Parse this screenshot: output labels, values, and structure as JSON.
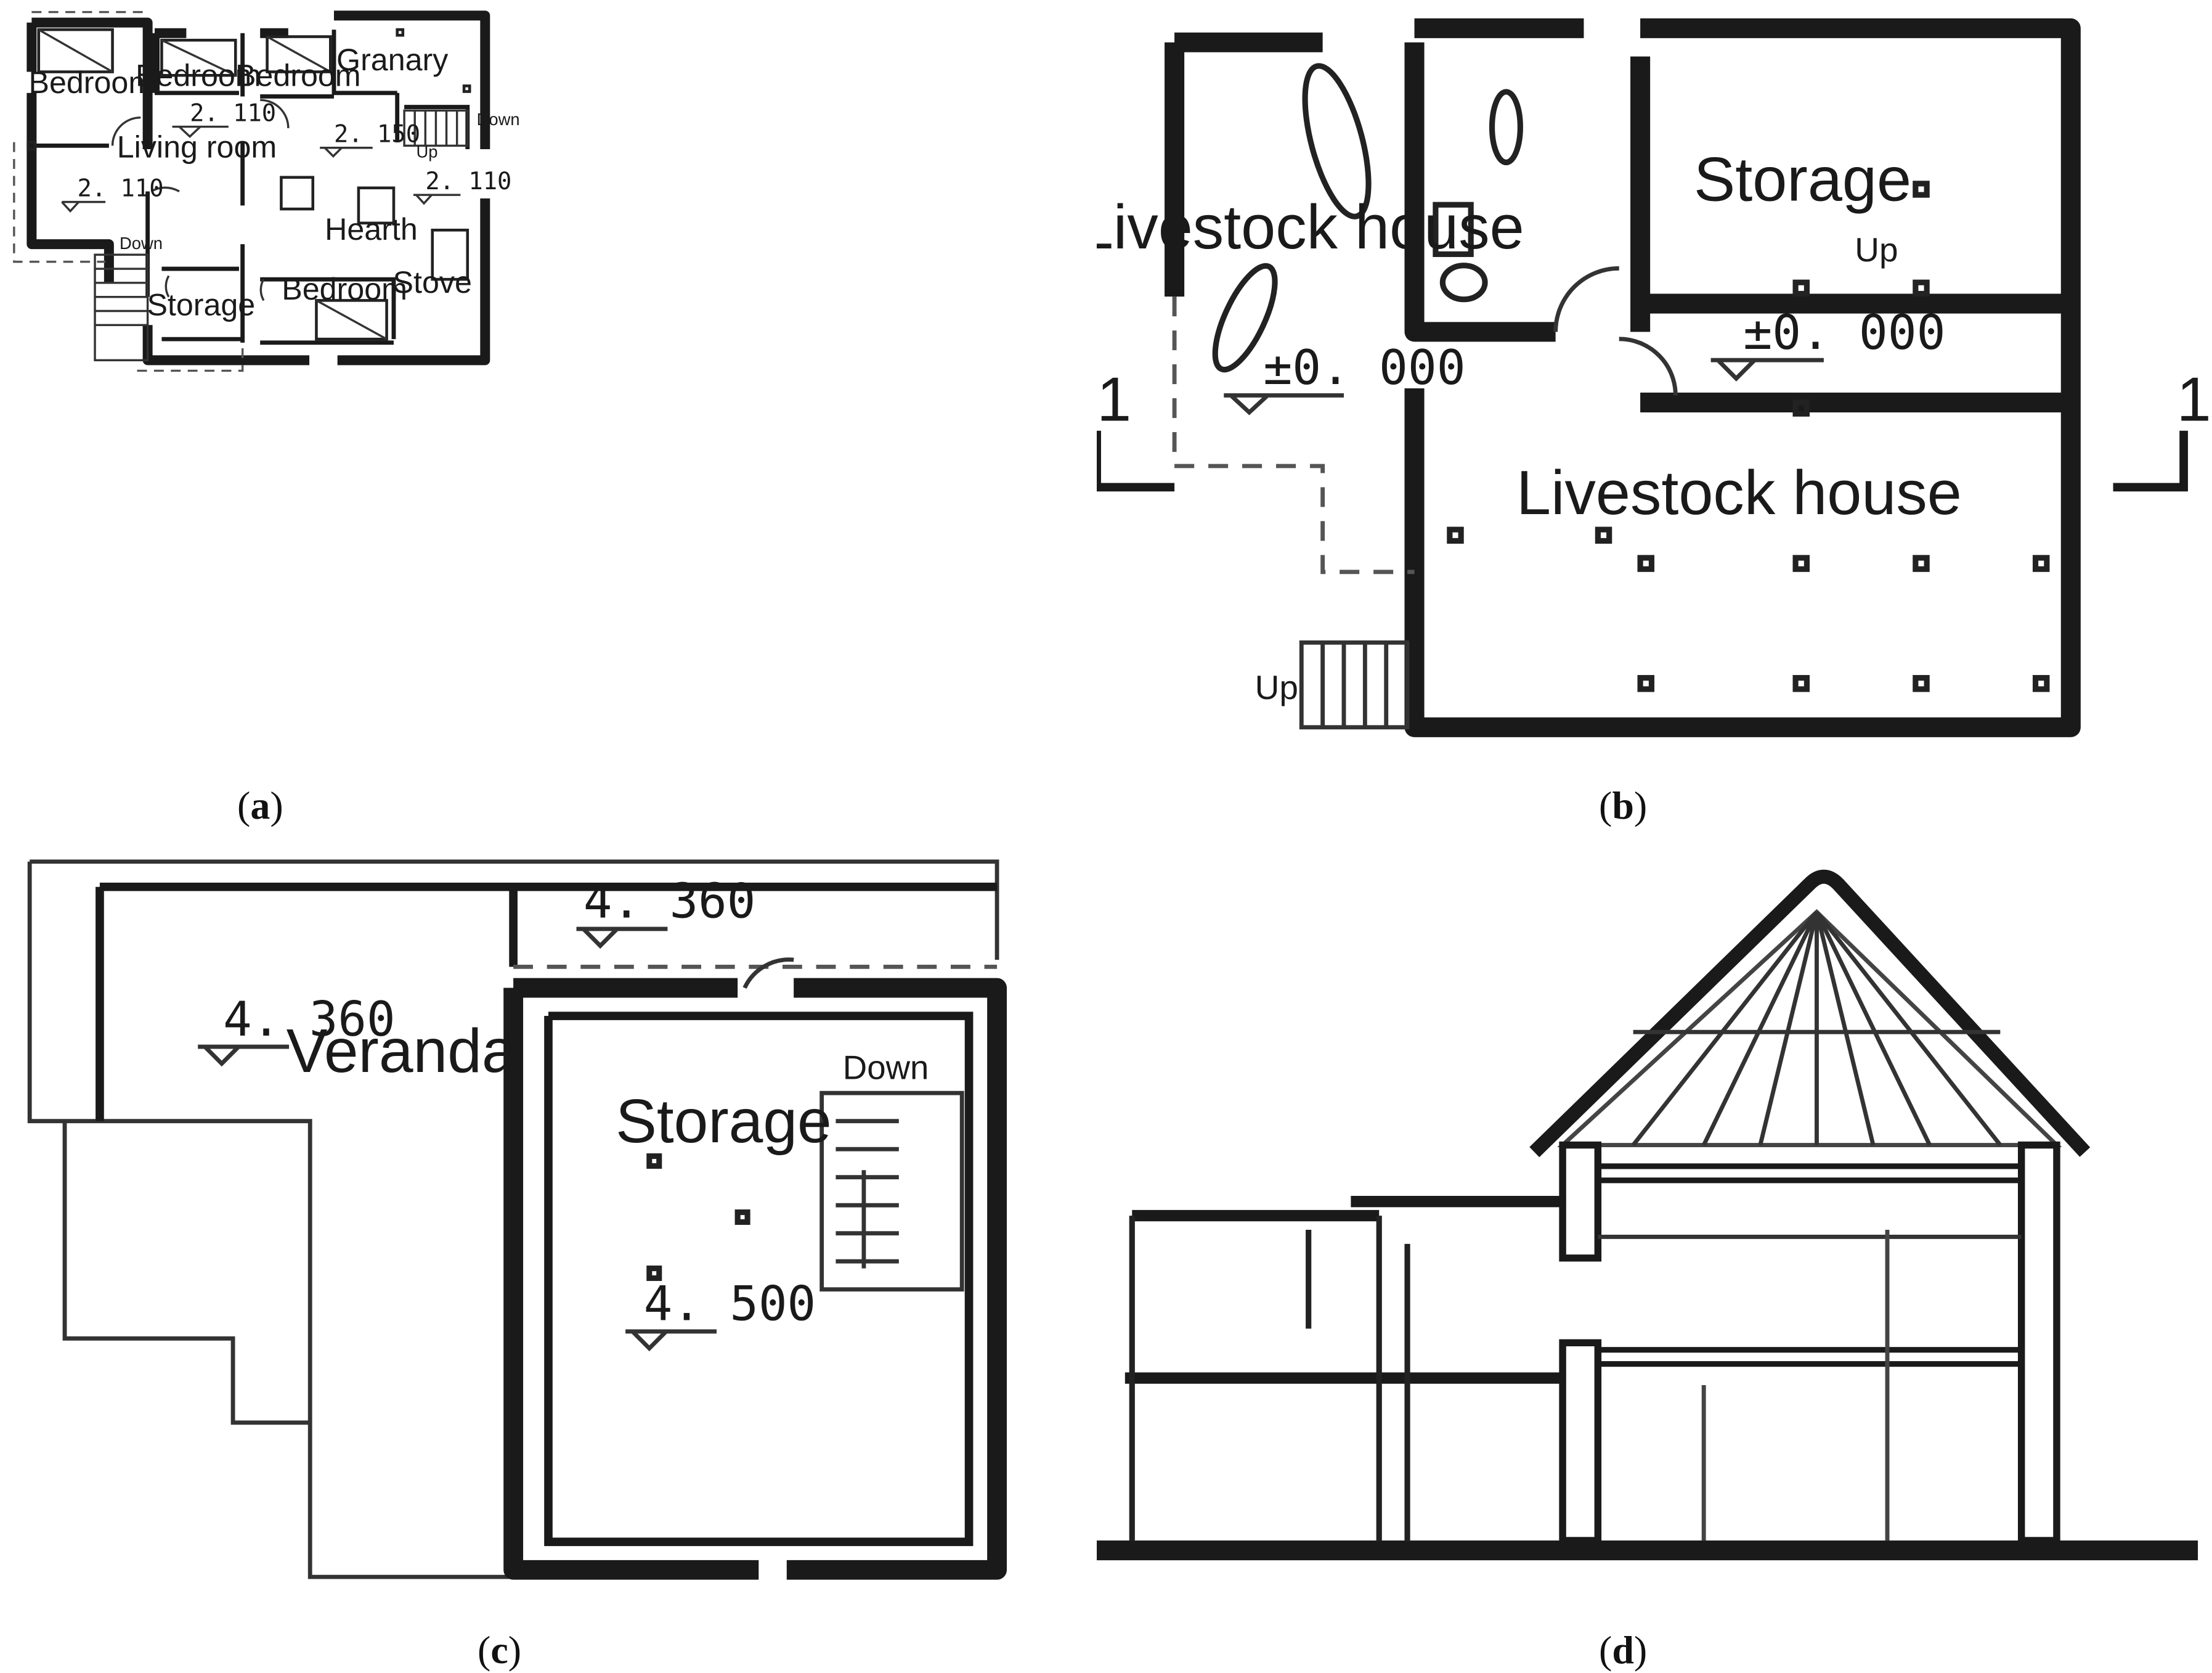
{
  "panels": {
    "a": {
      "caption_open": "(",
      "caption_letter": "a",
      "caption_close": ")",
      "rooms": {
        "bedroom_nw": "Bedroom",
        "bedroom_n1": "Bedroom",
        "bedroom_n2": "Bedroom",
        "granary": "Granary",
        "living_room": "Living room",
        "hearth": "Hearth",
        "storage": "Storage",
        "bedroom_s": "Bedroom",
        "stove": "Stove"
      },
      "elevations": {
        "living": "2. 110",
        "bedroom_w": "2. 110",
        "hearth": "2. 150",
        "stove": "2. 110"
      },
      "stair_notes": {
        "down_ne": "Down",
        "up_ne": "Up",
        "down_sw": "Down"
      }
    },
    "b": {
      "caption_open": "(",
      "caption_letter": "b",
      "caption_close": ")",
      "rooms": {
        "livestock_w": "Livestock house",
        "storage": "Storage",
        "livestock_s": "Livestock house"
      },
      "elevations": {
        "west": "±0. 000",
        "center": "±0. 000"
      },
      "stair_notes": {
        "up_storage": "Up",
        "up_sw": "Up"
      },
      "section_marks": {
        "left": "1",
        "right": "1"
      }
    },
    "c": {
      "caption_open": "(",
      "caption_letter": "c",
      "caption_close": ")",
      "rooms": {
        "veranda": "Veranda",
        "storage": "Storage"
      },
      "elevations": {
        "north": "4. 360",
        "veranda": "4. 360",
        "storage": "4. 500"
      },
      "stair_notes": {
        "down": "Down"
      }
    },
    "d": {
      "caption_open": "(",
      "caption_letter": "d",
      "caption_close": ")"
    }
  }
}
